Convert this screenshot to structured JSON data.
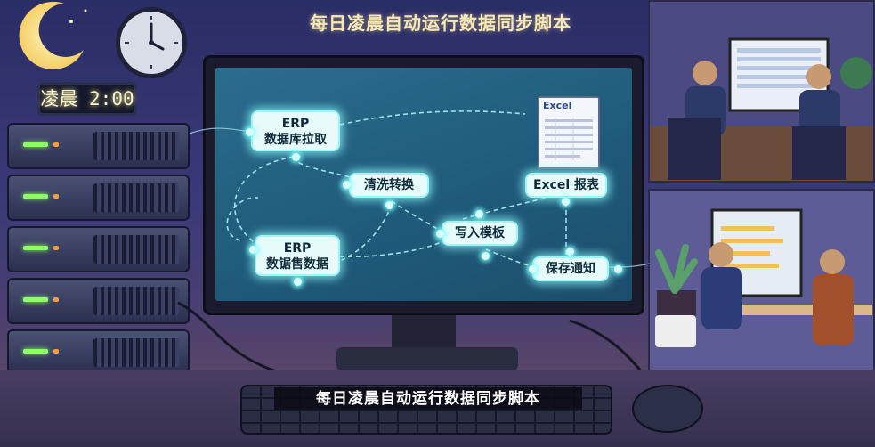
{
  "scene": {
    "top_title": "每日凌晨自动运行数据同步脚本",
    "subtitle": "每日凌晨自动运行数据同步脚本",
    "digital_clock": "凌晨 2:00",
    "nodes": {
      "erp_pull_line1": "ERP",
      "erp_pull_line2": "数据库拉取",
      "clean": "清洗转换",
      "excel_report": "Excel 报表",
      "erp_sales_line1": "ERP",
      "erp_sales_line2": "数锯售数据",
      "write_template": "写入模板",
      "save_notify": "保存通知"
    },
    "excel_doc_title": "Excel",
    "colors": {
      "node_bg": "#e6fbfa",
      "node_glow": "#8ff",
      "screen": "#205b7b",
      "title": "#f6e8b8"
    }
  }
}
